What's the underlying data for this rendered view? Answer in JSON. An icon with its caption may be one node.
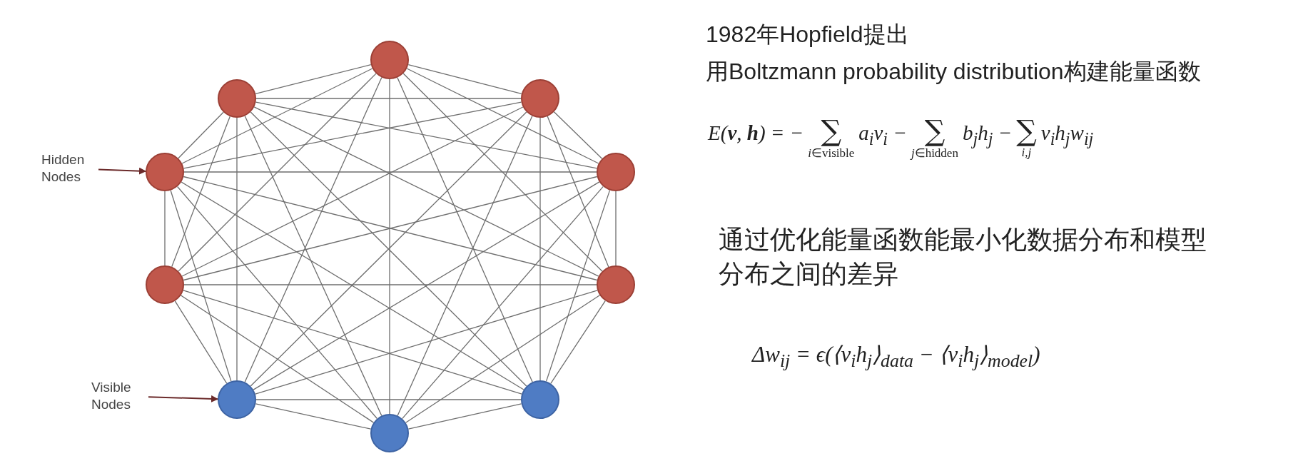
{
  "diagram": {
    "nodes": [
      {
        "text": [],
        "shape": "circle"
      },
      {
        "text": [],
        "shape": "circle"
      },
      {
        "text": [],
        "shape": "circle"
      },
      {
        "text": [],
        "shape": "circle"
      },
      {
        "text": [],
        "shape": "circle"
      },
      {
        "text": [],
        "shape": "circle"
      },
      {
        "text": [],
        "shape": "circle"
      },
      {
        "text": [],
        "shape": "circle"
      },
      {
        "text": [],
        "shape": "circle"
      },
      {
        "text": [],
        "shape": "circle"
      },
      {
        "text": [
          "Hidden Nodes"
        ]
      },
      {
        "text": [
          "Visible Nodes"
        ]
      }
    ],
    "edges": [
      {
        "from": 0,
        "to": 1,
        "arrow": "none"
      },
      {
        "from": 0,
        "to": 2,
        "arrow": "none"
      },
      {
        "from": 0,
        "to": 3,
        "arrow": "none"
      },
      {
        "from": 0,
        "to": 4,
        "arrow": "none"
      },
      {
        "from": 0,
        "to": 5,
        "arrow": "none"
      },
      {
        "from": 0,
        "to": 6,
        "arrow": "none"
      },
      {
        "from": 0,
        "to": 7,
        "arrow": "none"
      },
      {
        "from": 0,
        "to": 8,
        "arrow": "none"
      },
      {
        "from": 0,
        "to": 9,
        "arrow": "none"
      },
      {
        "from": 1,
        "to": 2,
        "arrow": "none"
      },
      {
        "from": 1,
        "to": 3,
        "arrow": "none"
      },
      {
        "from": 1,
        "to": 4,
        "arrow": "none"
      },
      {
        "from": 1,
        "to": 5,
        "arrow": "none"
      },
      {
        "from": 1,
        "to": 6,
        "arrow": "none"
      },
      {
        "from": 1,
        "to": 7,
        "arrow": "none"
      },
      {
        "from": 1,
        "to": 8,
        "arrow": "none"
      },
      {
        "from": 1,
        "to": 9,
        "arrow": "none"
      },
      {
        "from": 2,
        "to": 3,
        "arrow": "none"
      },
      {
        "from": 2,
        "to": 4,
        "arrow": "none"
      },
      {
        "from": 2,
        "to": 5,
        "arrow": "none"
      },
      {
        "from": 2,
        "to": 6,
        "arrow": "none"
      },
      {
        "from": 2,
        "to": 7,
        "arrow": "none"
      },
      {
        "from": 2,
        "to": 8,
        "arrow": "none"
      },
      {
        "from": 2,
        "to": 9,
        "arrow": "none"
      },
      {
        "from": 3,
        "to": 4,
        "arrow": "none"
      },
      {
        "from": 3,
        "to": 5,
        "arrow": "none"
      },
      {
        "from": 3,
        "to": 6,
        "arrow": "none"
      },
      {
        "from": 3,
        "to": 7,
        "arrow": "none"
      },
      {
        "from": 3,
        "to": 8,
        "arrow": "none"
      },
      {
        "from": 3,
        "to": 9,
        "arrow": "none"
      },
      {
        "from": 4,
        "to": 5,
        "arrow": "none"
      },
      {
        "from": 4,
        "to": 6,
        "arrow": "none"
      },
      {
        "from": 4,
        "to": 7,
        "arrow": "none"
      },
      {
        "from": 4,
        "to": 8,
        "arrow": "none"
      },
      {
        "from": 4,
        "to": 9,
        "arrow": "none"
      },
      {
        "from": 5,
        "to": 6,
        "arrow": "none"
      },
      {
        "from": 5,
        "to": 7,
        "arrow": "none"
      },
      {
        "from": 5,
        "to": 8,
        "arrow": "none"
      },
      {
        "from": 5,
        "to": 9,
        "arrow": "none"
      },
      {
        "from": 6,
        "to": 7,
        "arrow": "none"
      },
      {
        "from": 6,
        "to": 8,
        "arrow": "none"
      },
      {
        "from": 6,
        "to": 9,
        "arrow": "none"
      },
      {
        "from": 7,
        "to": 8,
        "arrow": "none"
      },
      {
        "from": 7,
        "to": 9,
        "arrow": "none"
      },
      {
        "from": 8,
        "to": 9,
        "arrow": "none"
      },
      {
        "from": 10,
        "to": 3,
        "arrow": "to",
        "color": "#6b2a2a"
      },
      {
        "from": 11,
        "to": 7,
        "arrow": "to",
        "color": "#6b2a2a"
      }
    ],
    "labels": [
      "1982年Hopfield提出",
      "用Boltzmann probability distribution构建能量函数",
      "E(**v**, **h**) = −",
      "∑",
      "*i*∈visible",
      "a$_{i}$v$_{i}$ −",
      "∑",
      "*j*∈hidden",
      "b$_{j}$h$_{j}$ −",
      "∑",
      "*i*,*j*",
      "v$_{i}$h$_{j}$w$_{ij}$",
      "通过优化能量函数能最小化数据分布和模型分布之间的差异",
      "Δw$_{ij}$ = ϵ(⟨v$_{i}$h$_{j}$⟩$_{data}$ − ⟨v$_{i}$h$_{j}$⟩$_{model}$)"
    ]
  }
}
